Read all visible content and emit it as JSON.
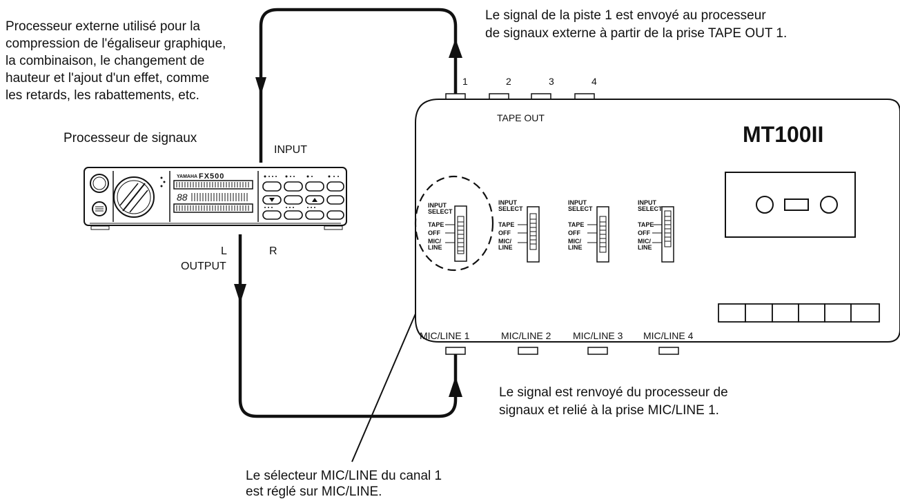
{
  "annotations": {
    "processor_description": [
      "Processeur externe utilisé pour la",
      "compression de l'égaliseur graphique,",
      "la combinaison, le changement  de",
      "hauteur et l'ajout d'un effet, comme",
      "les retards, les rabattements, etc."
    ],
    "tape_out_description": [
      "Le signal de la piste 1 est envoyé au processeur",
      "de signaux externe à partir de la prise TAPE OUT 1."
    ],
    "return_description": [
      "Le signal est renvoyé du processeur de",
      "signaux et relié à la prise MIC/LINE 1."
    ],
    "selector_description": [
      "Le sélecteur MIC/LINE du canal 1",
      "est réglé sur MIC/LINE."
    ]
  },
  "processor": {
    "caption": "Processeur de signaux",
    "brand": "YAMAHA",
    "model": "FX500",
    "display": "88",
    "input_label": "INPUT",
    "output_label": "OUTPUT",
    "left_label": "L",
    "right_label": "R"
  },
  "recorder": {
    "model": "MT100II",
    "tape_out_label": "TAPE OUT",
    "tape_out_numbers": [
      "1",
      "2",
      "3",
      "4"
    ],
    "selector_title": [
      "INPUT",
      "SELECT"
    ],
    "selector_positions": [
      "TAPE",
      "OFF",
      "MIC/",
      "LINE"
    ],
    "mic_line_labels": [
      "MIC/LINE 1",
      "MIC/LINE 2",
      "MIC/LINE 3",
      "MIC/LINE 4"
    ]
  }
}
